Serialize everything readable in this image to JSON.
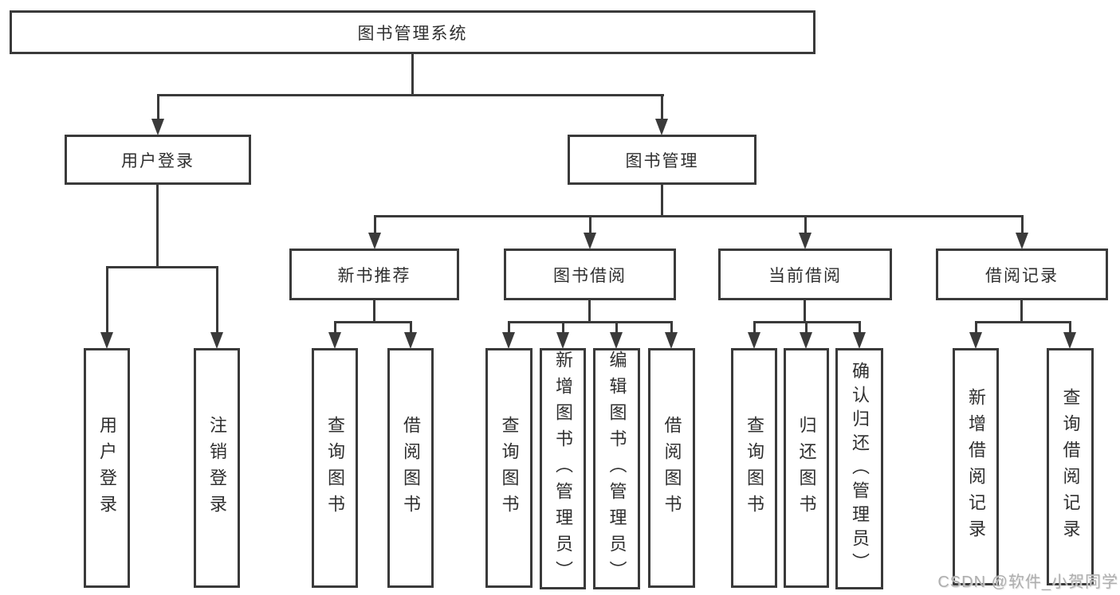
{
  "colors": {
    "background": "#ffffff",
    "line": "#3a3a3a",
    "box_border": "#3a3a3a",
    "text": "#2f2f2f",
    "watermark": "#aeaeae"
  },
  "nodes": {
    "root": {
      "label": "图书管理系统"
    },
    "user_login": {
      "label": "用户登录"
    },
    "book_management": {
      "label": "图书管理"
    },
    "new_book_recommend": {
      "label": "新书推荐"
    },
    "book_borrowing": {
      "label": "图书借阅"
    },
    "current_borrowing": {
      "label": "当前借阅"
    },
    "borrowing_records": {
      "label": "借阅记录"
    },
    "user_login_leaf": {
      "label": "用户登录"
    },
    "logout_leaf": {
      "label": "注销登录"
    },
    "query_books_recommend": {
      "label": "查询图书"
    },
    "borrow_books_recommend": {
      "label": "借阅图书"
    },
    "query_books_borrowing": {
      "label": "查询图书"
    },
    "add_books_admin": {
      "label": "新增图书（管理员）"
    },
    "edit_books_admin": {
      "label": "编辑图书（管理员）"
    },
    "borrow_books_borrowing": {
      "label": "借阅图书"
    },
    "query_books_current": {
      "label": "查询图书"
    },
    "return_books": {
      "label": "归还图书"
    },
    "confirm_return_admin": {
      "label": "确认归还（管理员）"
    },
    "add_borrow_record": {
      "label": "新增借阅记录"
    },
    "query_borrow_record": {
      "label": "查询借阅记录"
    }
  },
  "hierarchy": {
    "图书管理系统": {
      "用户登录": [
        "用户登录",
        "注销登录"
      ],
      "图书管理": {
        "新书推荐": [
          "查询图书",
          "借阅图书"
        ],
        "图书借阅": [
          "查询图书",
          "新增图书（管理员）",
          "编辑图书（管理员）",
          "借阅图书"
        ],
        "当前借阅": [
          "查询图书",
          "归还图书",
          "确认归还（管理员）"
        ],
        "借阅记录": [
          "新增借阅记录",
          "查询借阅记录"
        ]
      }
    }
  },
  "watermark": {
    "text": "CSDN @软件_小贺同学"
  }
}
